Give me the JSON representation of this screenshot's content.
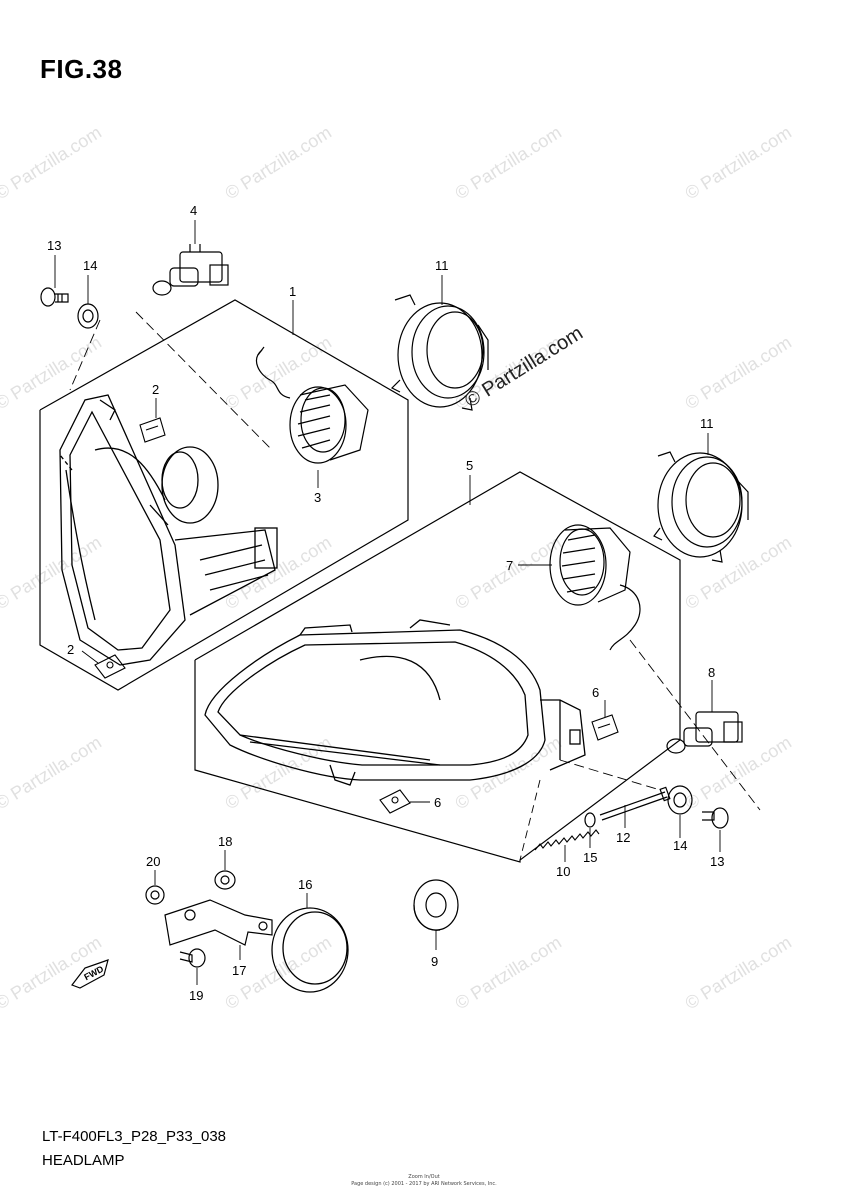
{
  "figure": {
    "title": "FIG.38",
    "model_code": "LT-F400FL3_P28_P33_038",
    "section_name": "HEADLAMP",
    "footer_line1": "Zoom In/Out",
    "footer_line2": "Page design (c) 2001 - 2017 by ARI Network Services, Inc."
  },
  "watermark": {
    "text": "© Partzilla.com",
    "inline_text": "© Partzilla.com"
  },
  "callouts": [
    {
      "id": "c1",
      "label": "1"
    },
    {
      "id": "c2a",
      "label": "2"
    },
    {
      "id": "c2b",
      "label": "2"
    },
    {
      "id": "c3",
      "label": "3"
    },
    {
      "id": "c4",
      "label": "4"
    },
    {
      "id": "c5",
      "label": "5"
    },
    {
      "id": "c6a",
      "label": "6"
    },
    {
      "id": "c6b",
      "label": "6"
    },
    {
      "id": "c7",
      "label": "7"
    },
    {
      "id": "c8",
      "label": "8"
    },
    {
      "id": "c9",
      "label": "9"
    },
    {
      "id": "c10",
      "label": "10"
    },
    {
      "id": "c11a",
      "label": "11"
    },
    {
      "id": "c11b",
      "label": "11"
    },
    {
      "id": "c12",
      "label": "12"
    },
    {
      "id": "c13a",
      "label": "13"
    },
    {
      "id": "c13b",
      "label": "13"
    },
    {
      "id": "c14a",
      "label": "14"
    },
    {
      "id": "c14b",
      "label": "14"
    },
    {
      "id": "c15",
      "label": "15"
    },
    {
      "id": "c16",
      "label": "16"
    },
    {
      "id": "c17",
      "label": "17"
    },
    {
      "id": "c18",
      "label": "18"
    },
    {
      "id": "c19",
      "label": "19"
    },
    {
      "id": "c20",
      "label": "20"
    }
  ],
  "fwd_label": "FWD"
}
